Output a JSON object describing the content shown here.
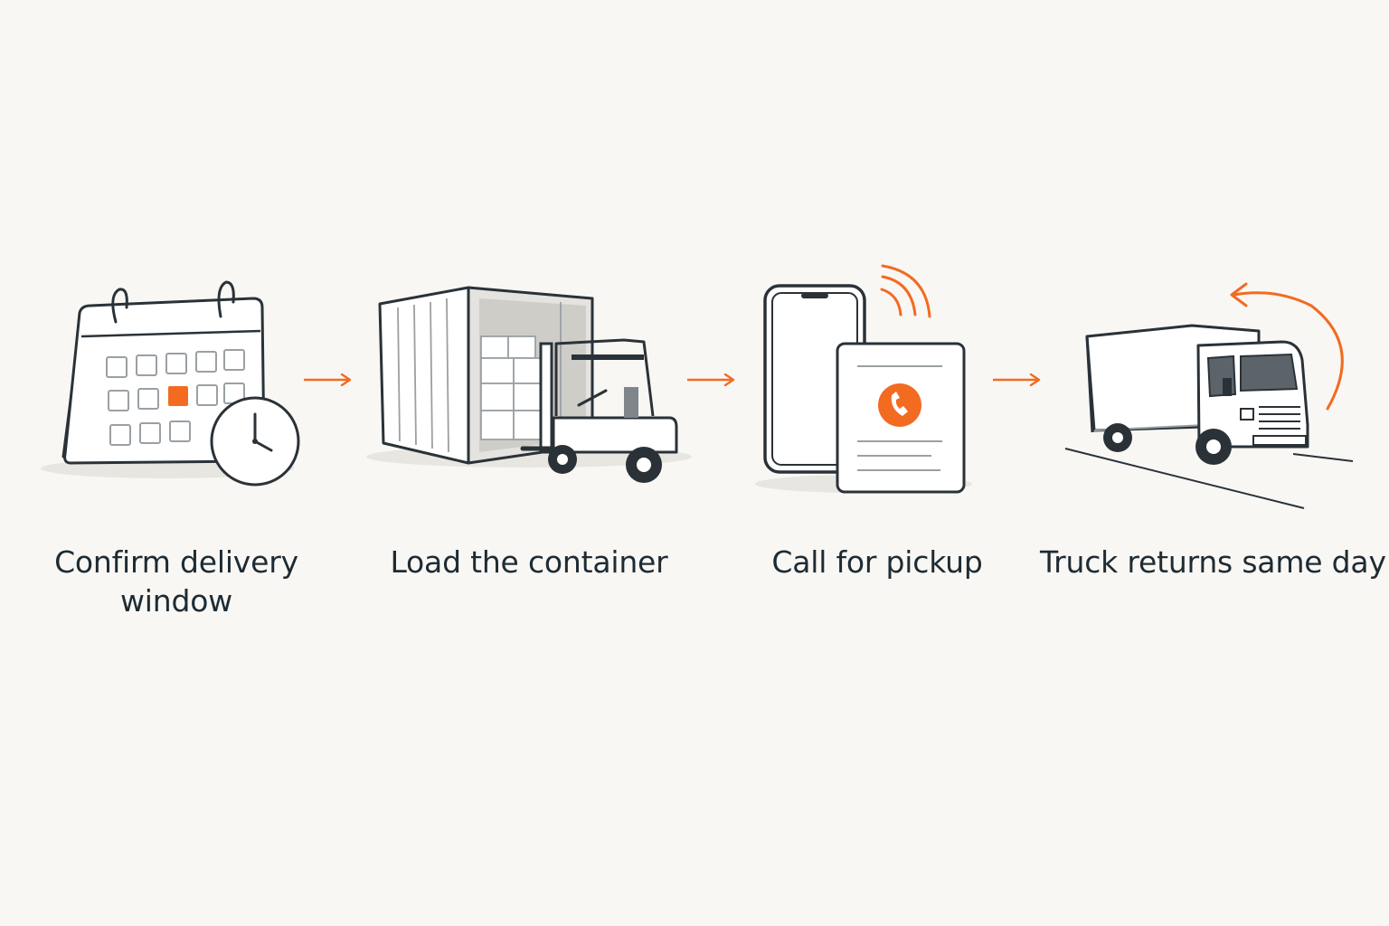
{
  "colors": {
    "background": "#f8f7f4",
    "ink": "#2a3238",
    "accent": "#f26b21",
    "light_fill": "#ffffff",
    "shadow": "#e6e4df"
  },
  "steps": [
    {
      "icon": "calendar-clock-icon",
      "label": "Confirm delivery window"
    },
    {
      "icon": "container-forklift-icon",
      "label": "Load the container"
    },
    {
      "icon": "phone-call-icon",
      "label": "Call for pickup"
    },
    {
      "icon": "truck-return-icon",
      "label": "Truck returns same day"
    }
  ],
  "connectors": [
    {
      "from": 1,
      "to": 2,
      "icon": "arrow-right-icon"
    },
    {
      "from": 2,
      "to": 3,
      "icon": "arrow-right-icon"
    },
    {
      "from": 3,
      "to": 4,
      "icon": "arrow-right-icon"
    }
  ]
}
